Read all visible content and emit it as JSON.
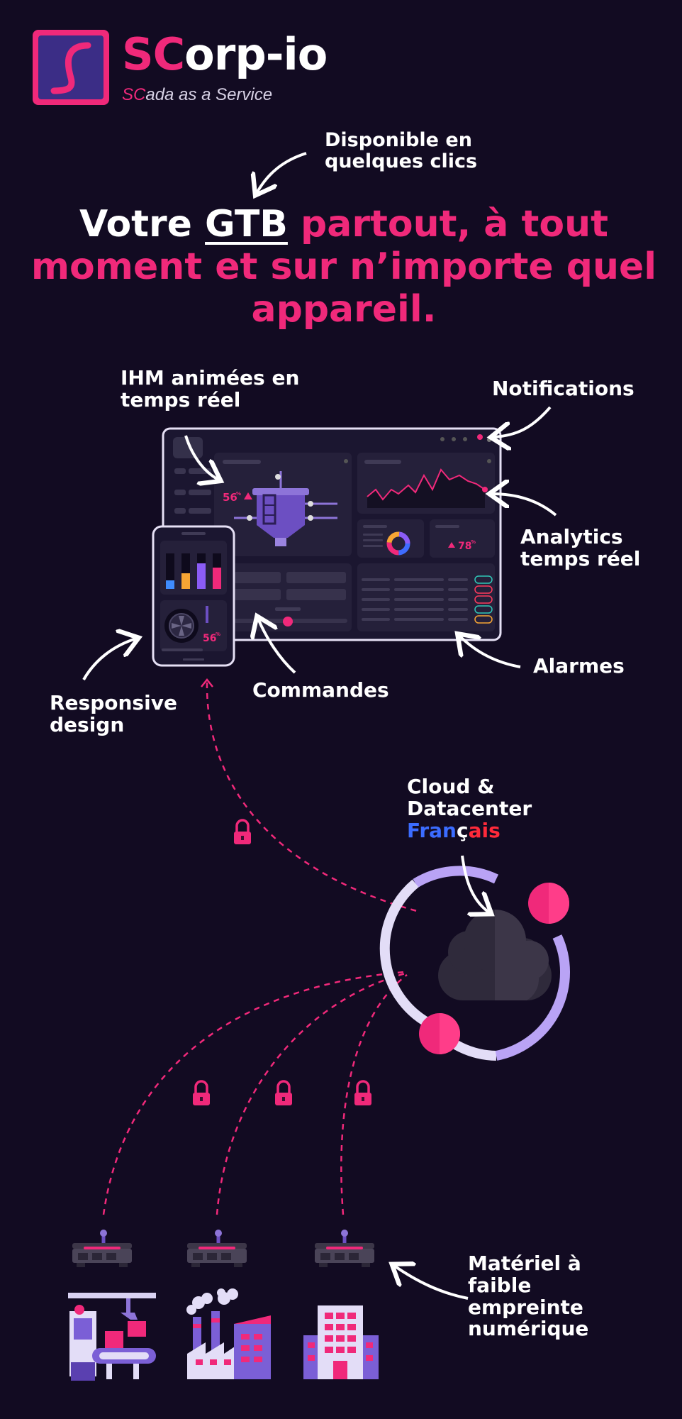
{
  "brand": {
    "name_accent": "SC",
    "name_rest": "orp-io",
    "tagline_accent": "SC",
    "tagline_rest": "ada as a Service"
  },
  "callout_top": {
    "line1": "Disponible en",
    "line2": "quelques clics"
  },
  "headline": {
    "white_prefix": "Votre ",
    "underlined": "GTB",
    "accent_1": "  partout, à tout",
    "accent_2": "moment et sur n’importe quel",
    "accent_3": "appareil."
  },
  "features": {
    "ihm_1": "IHM animées en",
    "ihm_2": "temps réel",
    "notifications": "Notifications",
    "analytics_1": "Analytics",
    "analytics_2": "temps réel",
    "alarmes": "Alarmes",
    "commandes": "Commandes",
    "responsive_1": "Responsive",
    "responsive_2": "design"
  },
  "cloud": {
    "line1": "Cloud &",
    "line2": "Datacenter",
    "fr_1": "Fran",
    "fr_2": "ç",
    "fr_3": "ais"
  },
  "hardware": {
    "line1": "Matériel à",
    "line2": "faible",
    "line3": "empreinte",
    "line4": "numérique"
  },
  "dashboard": {
    "tank_value": "56",
    "tank_unit": "%",
    "kpi_value": "78",
    "kpi_unit": "%",
    "phone_value": "56",
    "phone_unit": "%"
  },
  "colors": {
    "accent": "#f0297a",
    "background": "#120b22",
    "lavender": "#b9a3f5",
    "panel": "#25203a"
  }
}
